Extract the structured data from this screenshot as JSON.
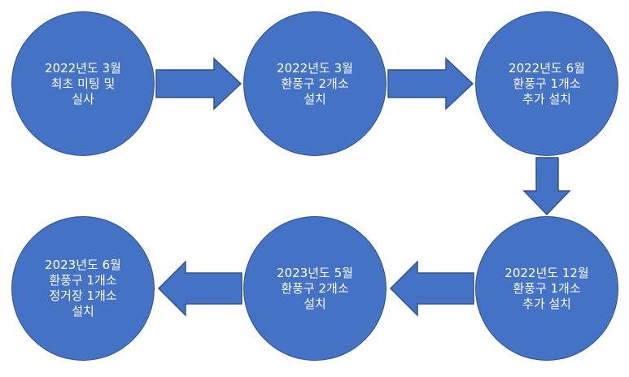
{
  "colors": {
    "node_fill": "#4472c4",
    "node_stroke": "#2f528f",
    "arrow_fill": "#4472c4",
    "arrow_stroke": "#2f528f",
    "text": "#ffffff"
  },
  "nodes": [
    {
      "text": "2022년도 3월\n최초 미팅 및\n실사"
    },
    {
      "text": "2022년도 3월\n환풍구 2개소\n설치"
    },
    {
      "text": "2022년도 6월\n환풍구 1개소\n추가 설치"
    },
    {
      "text": "2022년도 12월\n환풍구 1개소\n추가 설치"
    },
    {
      "text": "2023년도 5월\n환풍구 2개소\n설치"
    },
    {
      "text": "2023년도 6월\n환풍구 1개소\n정거장 1개소\n설치"
    }
  ],
  "edges": [
    {
      "from": 0,
      "to": 1,
      "direction": "right"
    },
    {
      "from": 1,
      "to": 2,
      "direction": "right"
    },
    {
      "from": 2,
      "to": 3,
      "direction": "down"
    },
    {
      "from": 3,
      "to": 4,
      "direction": "left"
    },
    {
      "from": 4,
      "to": 5,
      "direction": "left"
    }
  ]
}
